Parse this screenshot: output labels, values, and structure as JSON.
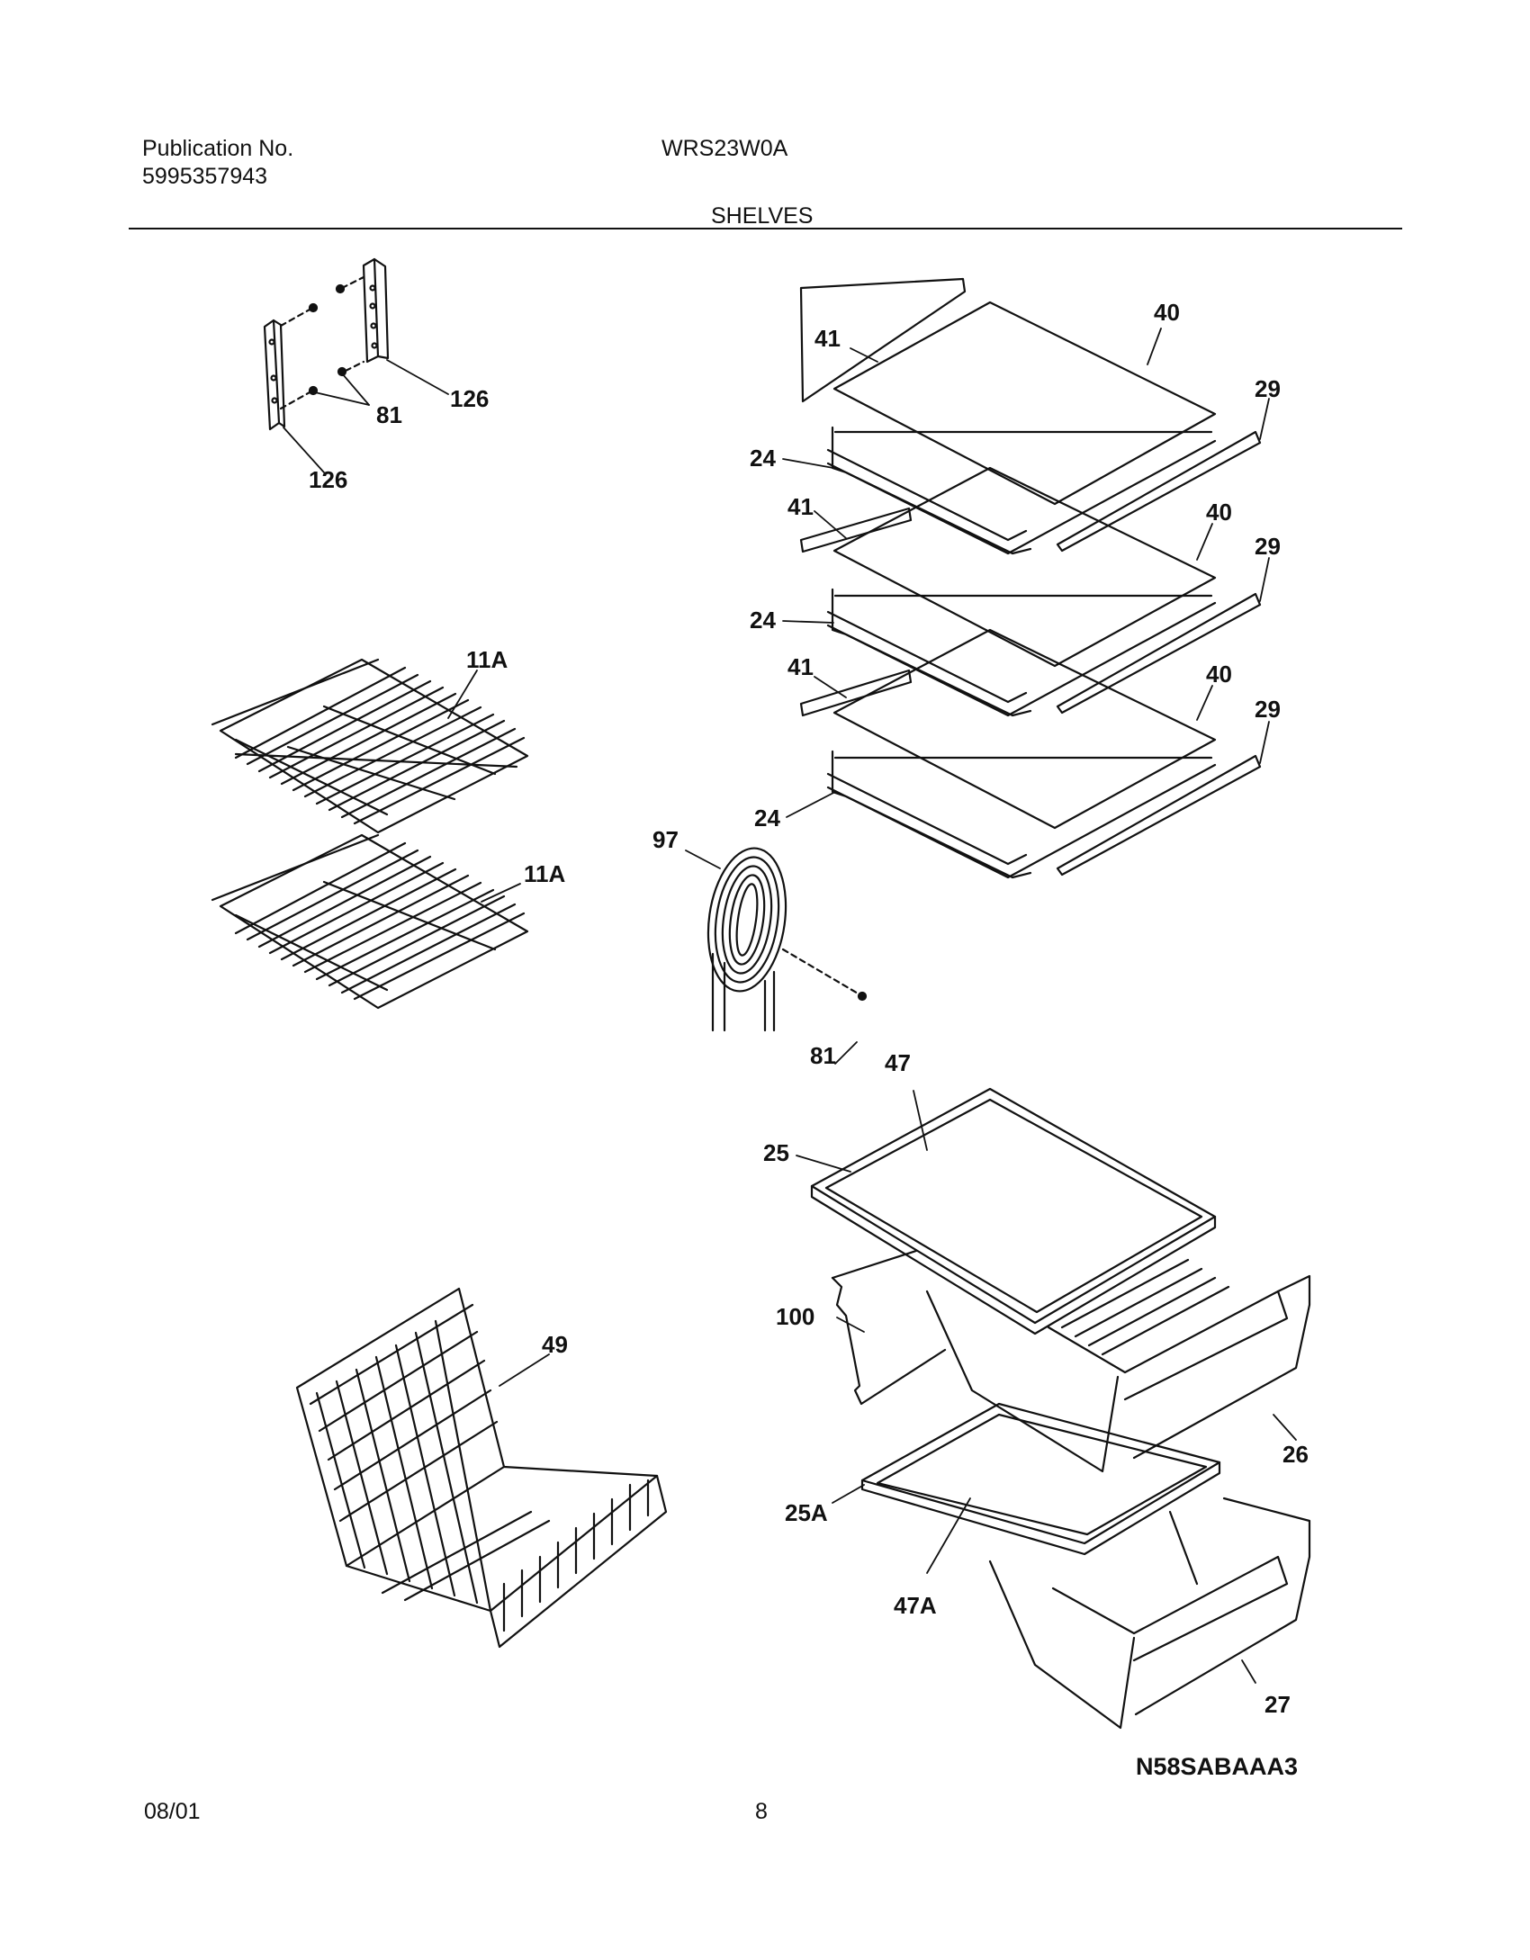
{
  "header": {
    "publication_label": "Publication No.",
    "publication_number": "5995357943",
    "model": "WRS23W0A",
    "section_title": "SHELVES"
  },
  "callouts": {
    "c126a": "126",
    "c126b": "126",
    "c81a": "81",
    "c41a": "41",
    "c40a": "40",
    "c29a": "29",
    "c24a": "24",
    "c41b": "41",
    "c40b": "40",
    "c29b": "29",
    "c24b": "24",
    "c41c": "41",
    "c40c": "40",
    "c29c": "29",
    "c24c": "24",
    "c11a": "11A",
    "c11b": "11A",
    "c97": "97",
    "c81b": "81",
    "c47": "47",
    "c25": "25",
    "c100": "100",
    "c26": "26",
    "c49": "49",
    "c25a": "25A",
    "c47a": "47A",
    "c27": "27"
  },
  "footer": {
    "date": "08/01",
    "page_number": "8",
    "diagram_code": "N58SABAAA3"
  }
}
